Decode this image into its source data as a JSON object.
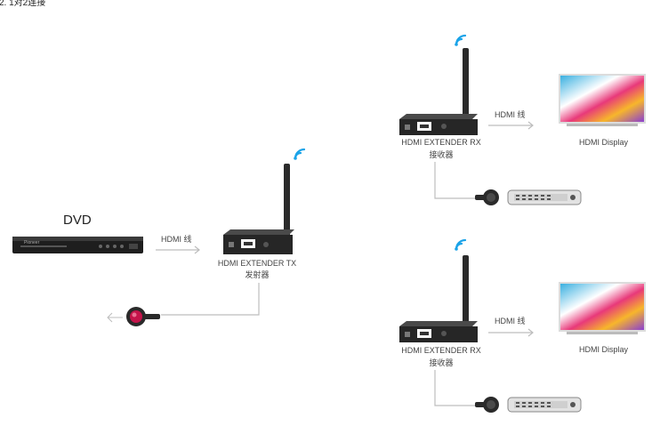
{
  "caption": "2. 1对2连接",
  "source": {
    "label": "DVD"
  },
  "transmitter": {
    "model": "HDMI EXTENDER TX",
    "role": "发射器"
  },
  "receivers": [
    {
      "model": "HDMI EXTENDER RX",
      "role": "接收器"
    },
    {
      "model": "HDMI EXTENDER RX",
      "role": "接收器"
    }
  ],
  "cable_label": "HDMI 线",
  "display_label": "HDMI Display",
  "dvd_brand": "Pioneer",
  "colors": {
    "wire": "#bdbdbd",
    "device": "#2b2b2b",
    "wifi": "#1aa3e8",
    "eye": "#c4144a"
  },
  "icons": [
    "wifi-signal-icon",
    "arrow-right-icon",
    "ir-eye-icon",
    "remote-control-icon",
    "dvd-player-icon",
    "tv-display-icon"
  ]
}
